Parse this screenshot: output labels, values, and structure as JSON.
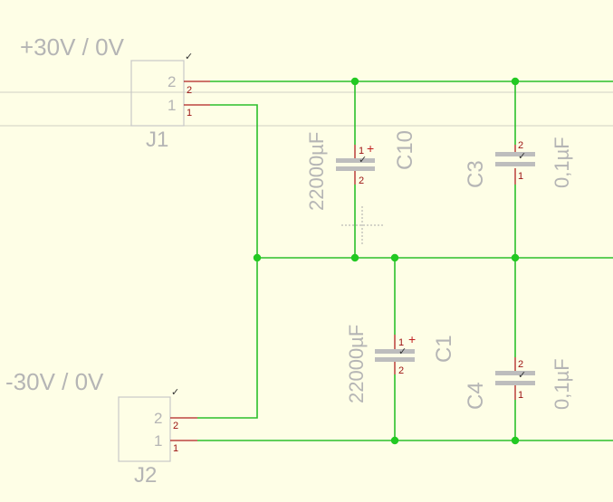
{
  "connectors": {
    "j1": {
      "label": "+30V / 0V",
      "ref": "J1",
      "pin2": "2",
      "pin1": "1",
      "pin2_small": "2",
      "pin1_small": "1",
      "check": "✓"
    },
    "j2": {
      "label": "-30V / 0V",
      "ref": "J2",
      "pin2": "2",
      "pin1": "1",
      "pin2_small": "2",
      "pin1_small": "1",
      "check": "✓"
    }
  },
  "capacitors": {
    "c10": {
      "ref": "C10",
      "value": "22000µF",
      "pin1": "1",
      "pin2": "2",
      "polarity": "+",
      "check": "✓"
    },
    "c3": {
      "ref": "C3",
      "value": "0,1µF",
      "pin1": "1",
      "pin2": "2",
      "check": "✓"
    },
    "c1": {
      "ref": "C1",
      "value": "22000µF",
      "pin1": "1",
      "pin2": "2",
      "polarity": "+",
      "check": "✓"
    },
    "c4": {
      "ref": "C4",
      "value": "0,1µF",
      "pin1": "1",
      "pin2": "2",
      "check": "✓"
    }
  },
  "colors": {
    "background": "#fefee6",
    "wire": "#2bbf2b",
    "pin_stub": "#b02020",
    "label": "#b5b5b5"
  }
}
